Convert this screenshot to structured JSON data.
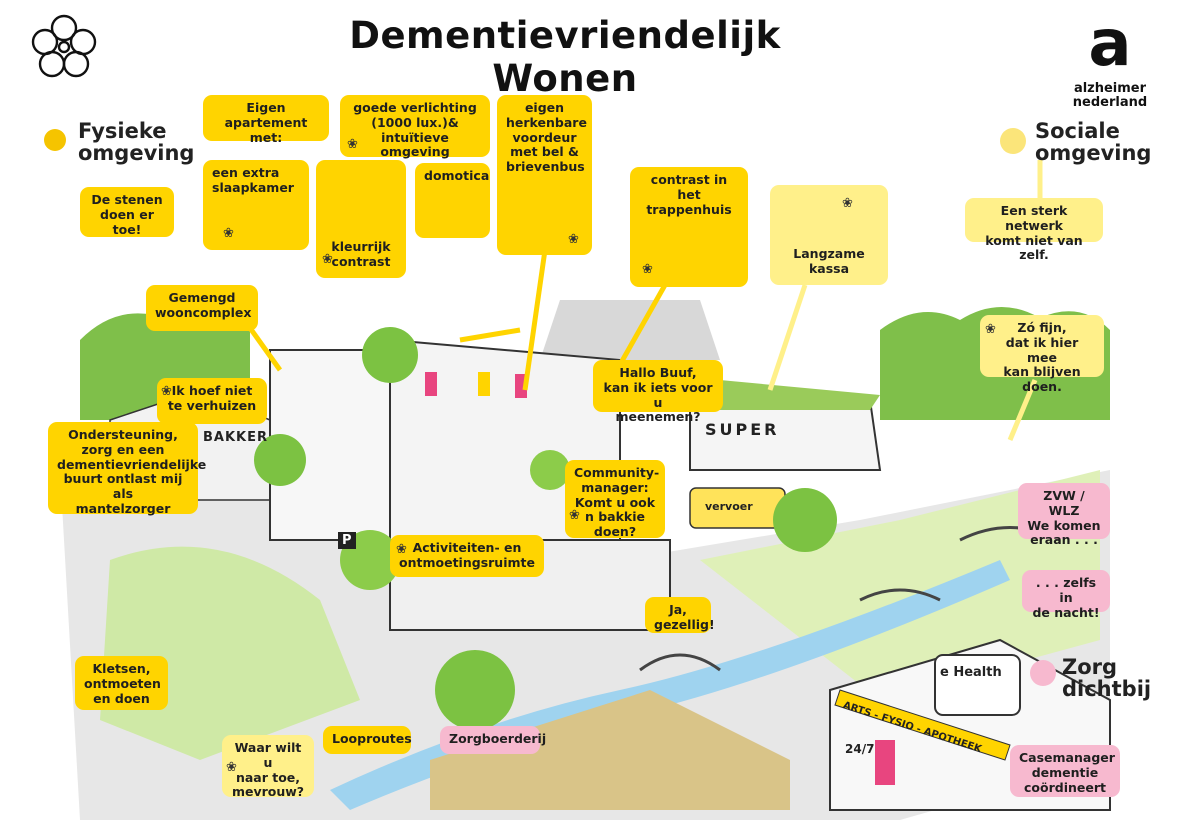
{
  "title": "Dementievriendelijk Wonen",
  "brand": {
    "logo_letter": "a",
    "name": "alzheimer\nnederland"
  },
  "sections": {
    "physical": "Fysieke\nomgeving",
    "social": "Sociale\nomgeving",
    "care": "Zorg\ndichtbij"
  },
  "colors": {
    "yellow": "#ffd400",
    "light_yellow": "#fff08a",
    "pink": "#f7b9cf",
    "dot_yellow": "#f5c400",
    "dot_light": "#fbe57a",
    "dot_pink": "#f7b9cf"
  },
  "labels": {
    "stenen": "De stenen\ndoen er toe!",
    "apartement": "Eigen\napartement met:",
    "slaapkamer": "een extra\nslaapkamer",
    "kleurrijk": "kleurrijk\ncontrast",
    "verlichting": "goede verlichting\n(1000 lux.)& intuïtieve\nomgeving",
    "domotica": "domotica",
    "voordeur": "eigen\nherkenbare\nvoordeur\nmet bel &\nbrievenbus",
    "trappenhuis": "contrast in het\ntrappenhuis",
    "kassa": "Langzame\nkassa",
    "netwerk": "Een sterk netwerk\nkomt niet van zelf.",
    "gemengd": "Gemengd\nwooncomplex",
    "verhuizen": "Ik hoef niet\nte verhuizen",
    "ondersteuning": "Ondersteuning,\nzorg en een\ndementievriendelijke\nbuurt ontlast mij als\nmantelzorger",
    "buuf": "Hallo Buuf,\nkan ik iets voor u\nmeenemen?",
    "zofijn": "Zó fijn,\ndat ik hier mee\nkan blijven doen.",
    "community": "Community-\nmanager:\nKomt u ook\nn bakkie\ndoen?",
    "activiteiten": "Activiteiten- en\nontmoetingsruimte",
    "zvw": "ZVW / WLZ\nWe komen\neraan . . .",
    "nacht": ". . . zelfs in\nde nacht!",
    "gezellig": "Ja,\ngezellig!",
    "kletsen": "Kletsen,\nontmoeten\nen doen",
    "looproutes": "Looproutes",
    "zorgboerderij": "Zorgboerderij",
    "waar": "Waar wilt u\nnaar toe,\nmevrouw?",
    "casemanager": "Casemanager\ndementie\ncoördineert"
  },
  "signs": {
    "bakker": "BAKKER",
    "super": "SUPER",
    "vervoer": "vervoer",
    "ehealth": "e Health",
    "arts": "ARTS - FYSIO - APOTHEEK",
    "open": "24/7",
    "parking": "P"
  },
  "icons": {
    "flower": "forget-me-not-icon"
  }
}
